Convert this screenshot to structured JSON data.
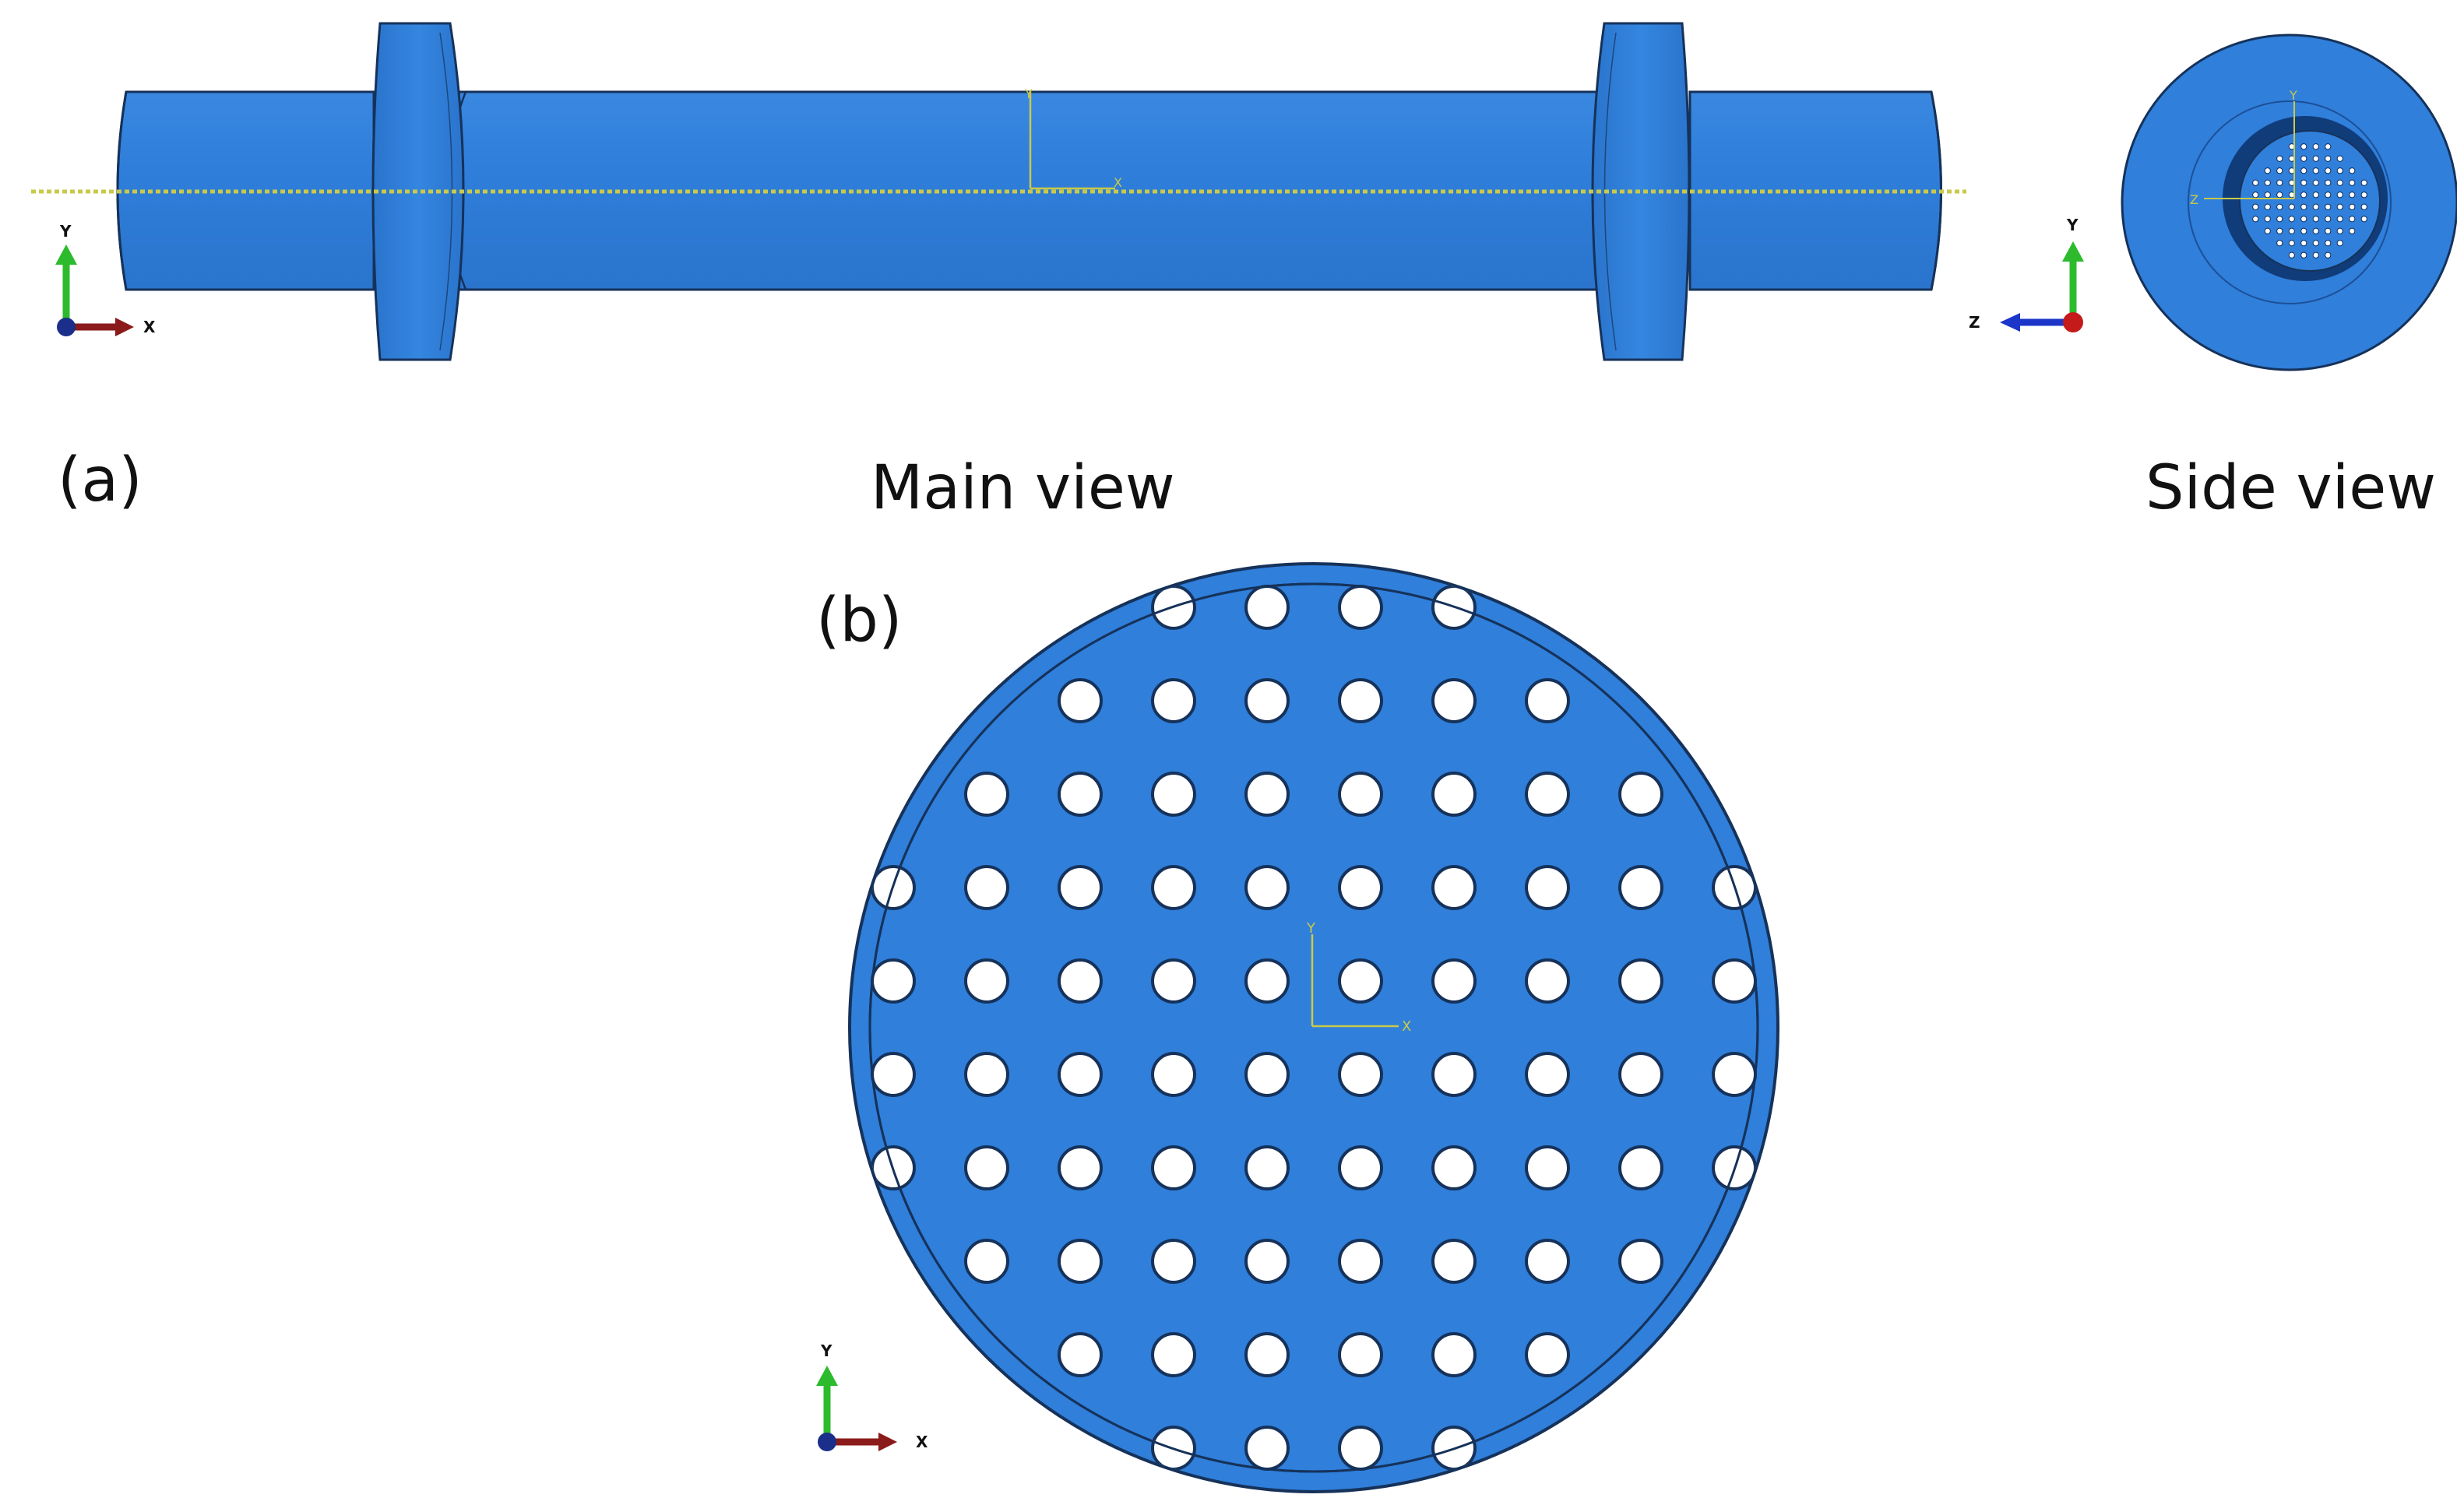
{
  "labels": {
    "panel_a": "(a)",
    "main_view": "Main view",
    "side_view": "Side view",
    "panel_b": "(b)"
  },
  "triads": {
    "main": {
      "vertical": "Y",
      "horizontal": "X"
    },
    "side": {
      "vertical": "Y",
      "horizontal": "Z"
    },
    "plate": {
      "vertical": "Y",
      "horizontal": "X"
    }
  },
  "datum_csys": {
    "main": {
      "vertical": "Y",
      "horizontal": "X"
    },
    "side": {
      "vertical": "Y",
      "horizontal": "Z"
    },
    "plate": {
      "vertical": "Y",
      "horizontal": "X"
    }
  },
  "colors": {
    "part_blue": "#2f7fdb",
    "part_blue_light": "#4593e6",
    "part_blue_dark": "#1d62b4",
    "edge": "#16325a",
    "datum": "#c9c94a",
    "axis_y": "#2dbb2d",
    "axis_x": "#8b1a1a",
    "axis_z": "#1b36c8",
    "hole": "#ffffff"
  },
  "plate": {
    "hole_grid": [
      [
        1,
        3
      ],
      [
        1,
        4
      ],
      [
        1,
        5
      ],
      [
        1,
        6
      ],
      [
        2,
        2
      ],
      [
        2,
        3
      ],
      [
        2,
        4
      ],
      [
        2,
        5
      ],
      [
        2,
        6
      ],
      [
        2,
        7
      ],
      [
        3,
        1
      ],
      [
        3,
        2
      ],
      [
        3,
        3
      ],
      [
        3,
        4
      ],
      [
        3,
        5
      ],
      [
        3,
        6
      ],
      [
        3,
        7
      ],
      [
        3,
        8
      ],
      [
        4,
        0
      ],
      [
        4,
        1
      ],
      [
        4,
        2
      ],
      [
        4,
        3
      ],
      [
        4,
        4
      ],
      [
        4,
        5
      ],
      [
        4,
        6
      ],
      [
        4,
        7
      ],
      [
        4,
        8
      ],
      [
        4,
        9
      ],
      [
        5,
        0
      ],
      [
        5,
        1
      ],
      [
        5,
        2
      ],
      [
        5,
        3
      ],
      [
        5,
        4
      ],
      [
        5,
        5
      ],
      [
        5,
        6
      ],
      [
        5,
        7
      ],
      [
        5,
        8
      ],
      [
        5,
        9
      ],
      [
        6,
        0
      ],
      [
        6,
        1
      ],
      [
        6,
        2
      ],
      [
        6,
        3
      ],
      [
        6,
        4
      ],
      [
        6,
        5
      ],
      [
        6,
        6
      ],
      [
        6,
        7
      ],
      [
        6,
        8
      ],
      [
        6,
        9
      ],
      [
        7,
        0
      ],
      [
        7,
        1
      ],
      [
        7,
        2
      ],
      [
        7,
        3
      ],
      [
        7,
        4
      ],
      [
        7,
        5
      ],
      [
        7,
        6
      ],
      [
        7,
        7
      ],
      [
        7,
        8
      ],
      [
        7,
        9
      ],
      [
        8,
        1
      ],
      [
        8,
        2
      ],
      [
        8,
        3
      ],
      [
        8,
        4
      ],
      [
        8,
        5
      ],
      [
        8,
        6
      ],
      [
        8,
        7
      ],
      [
        8,
        8
      ],
      [
        9,
        2
      ],
      [
        9,
        3
      ],
      [
        9,
        4
      ],
      [
        9,
        5
      ],
      [
        9,
        6
      ],
      [
        9,
        7
      ],
      [
        10,
        3
      ],
      [
        10,
        4
      ],
      [
        10,
        5
      ],
      [
        10,
        6
      ]
    ]
  }
}
